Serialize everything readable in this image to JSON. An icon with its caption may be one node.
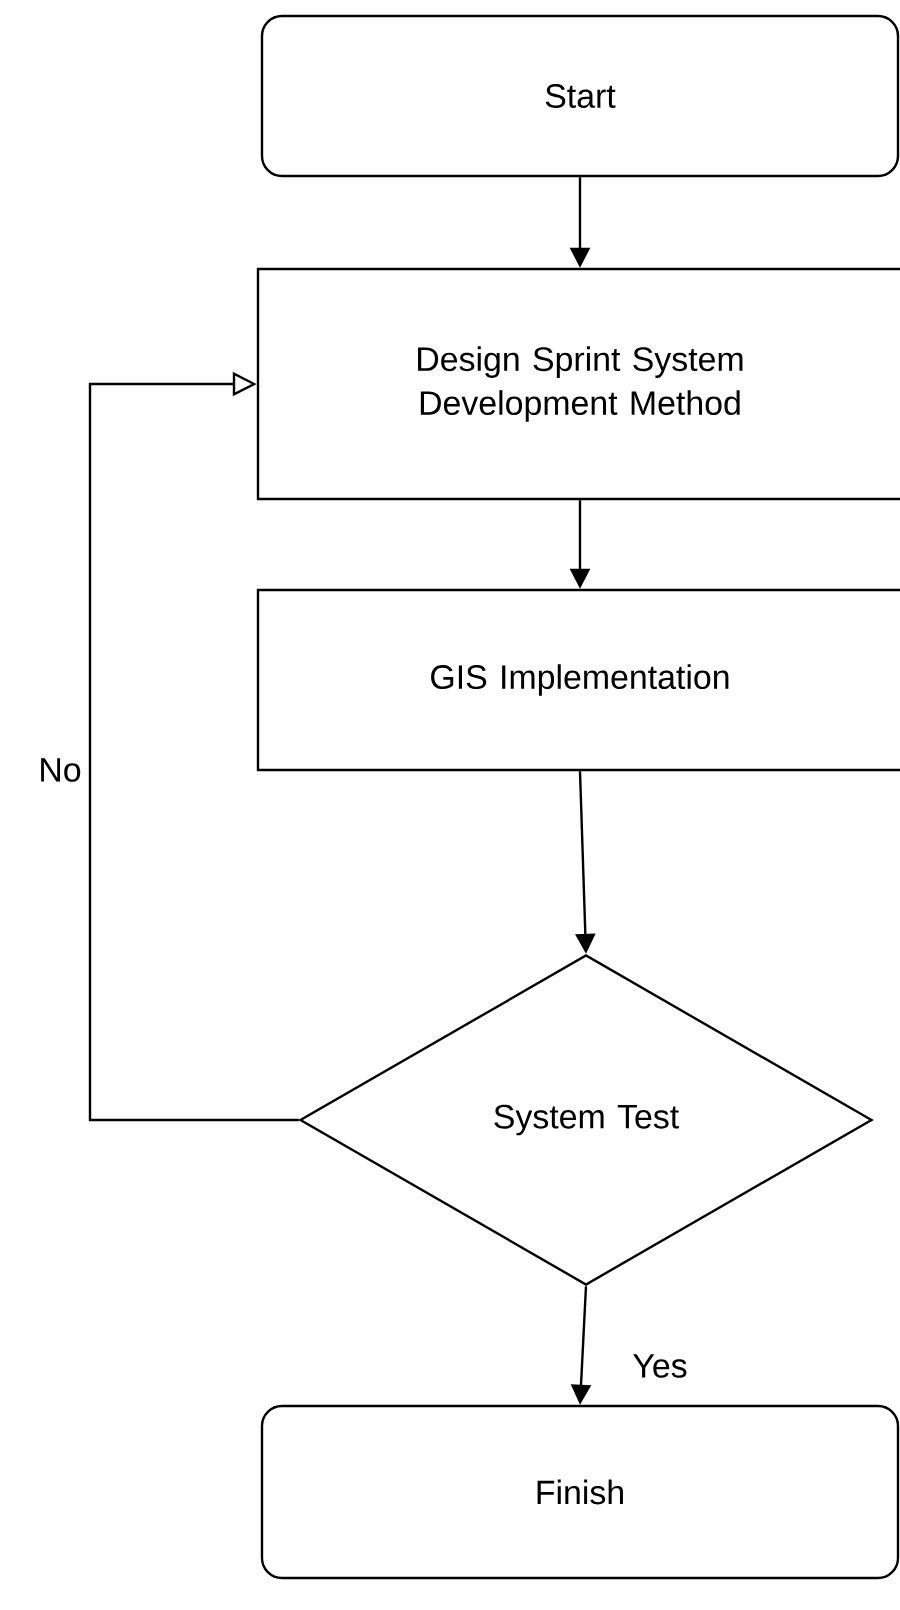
{
  "diagram": {
    "nodes": [
      {
        "text": [
          "Start"
        ]
      },
      {
        "text": [
          "Design Sprint System Development Method"
        ]
      },
      {
        "text": [
          "GIS Implementation"
        ]
      },
      {
        "text": [
          "System Test"
        ]
      },
      {
        "text": [
          "Finish"
        ]
      }
    ],
    "edges": [
      {
        "from": 0,
        "to": 1,
        "arrow": "to"
      },
      {
        "from": 1,
        "to": 2,
        "arrow": "to"
      },
      {
        "from": 2,
        "to": 3,
        "arrow": "to"
      },
      {
        "from": 3,
        "to": 4,
        "arrow": "to",
        "label": "Yes"
      },
      {
        "from": 3,
        "to": 1,
        "arrow": "to",
        "label": "No"
      }
    ]
  }
}
